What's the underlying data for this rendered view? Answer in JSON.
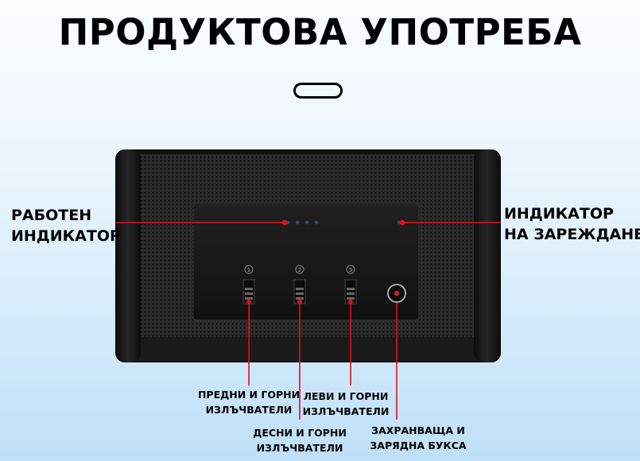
{
  "title": "ПРОДУКТОВА УПОТРЕБА",
  "labels": {
    "power_indicator": [
      "РАБОТЕН",
      "ИНДИКАТОР"
    ],
    "charge_indicator": [
      "ИНДИКАТОР",
      "НА ЗАРЕЖДАНЕ"
    ],
    "front_top": [
      "ПРЕДНИ И ГОРНИ",
      "ИЗЛЪЧВАТЕЛИ"
    ],
    "right_top": [
      "ДЕСНИ И ГОРНИ",
      "ИЗЛЪЧВАТЕЛИ"
    ],
    "left_top": [
      "ЛЕВИ И ГОРНИ",
      "ИЗЛЪЧВАТЕЛИ"
    ],
    "socket": [
      "ЗАХРАНВАЩА И",
      "ЗАРЯДНА БУКСА"
    ]
  },
  "switch_numbers": [
    "1",
    "2",
    "3"
  ],
  "colors": {
    "callout": "#e0101c",
    "body": "#151515",
    "grille": "#2a2a2a"
  }
}
